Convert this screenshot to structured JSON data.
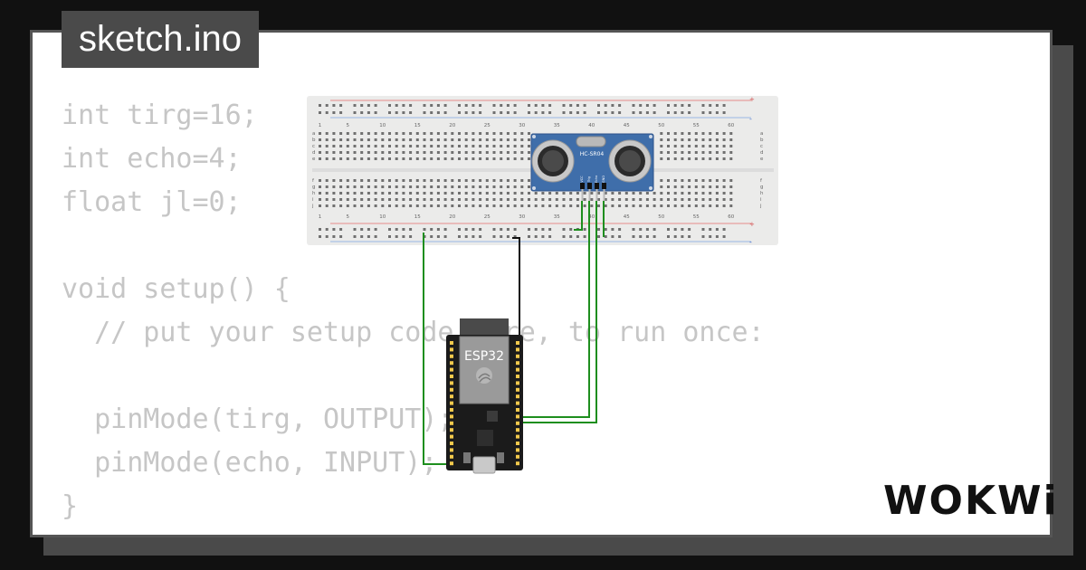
{
  "tab": {
    "filename": "sketch.ino"
  },
  "code": {
    "lines": [
      "int tirg=16;",
      "int echo=4;",
      "float jl=0;",
      "",
      "void setup() {",
      "  // put your setup code here, to run once:",
      "",
      "  pinMode(tirg, OUTPUT);",
      "  pinMode(echo, INPUT);",
      "}"
    ]
  },
  "breadboard": {
    "column_numbers": [
      "1",
      "5",
      "10",
      "15",
      "20",
      "25",
      "30",
      "35",
      "40",
      "45",
      "50",
      "55",
      "60"
    ],
    "row_letters_top": [
      "a",
      "b",
      "c",
      "d",
      "e"
    ],
    "row_letters_bottom": [
      "f",
      "g",
      "h",
      "i",
      "j"
    ],
    "rail_plus": "+",
    "rail_minus": "-"
  },
  "sensor": {
    "label": "HC-SR04",
    "pins": [
      "VCC",
      "Trig",
      "Echo",
      "GND"
    ]
  },
  "board": {
    "label": "ESP32"
  },
  "logo": {
    "text": "WOKWi"
  },
  "colors": {
    "wire_green": "#1e8e1e",
    "wire_black": "#111111",
    "sensor_blue": "#3f6eaa",
    "board_black": "#1b1b1b",
    "pin_yellow": "#f2c94c"
  }
}
